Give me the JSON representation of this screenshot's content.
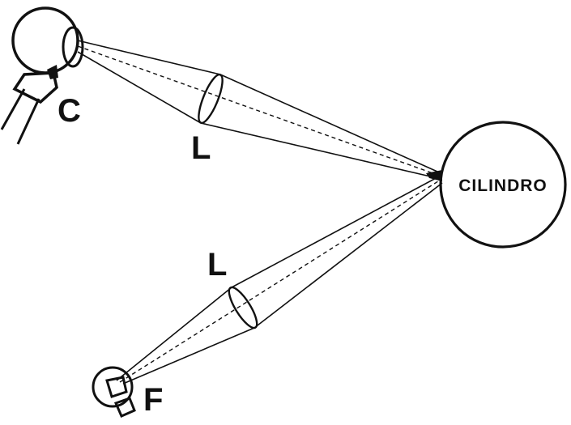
{
  "labels": {
    "camera": "C",
    "lens_top": "L",
    "lens_bottom": "L",
    "cylinder": "CILINDRO",
    "source": "F"
  }
}
